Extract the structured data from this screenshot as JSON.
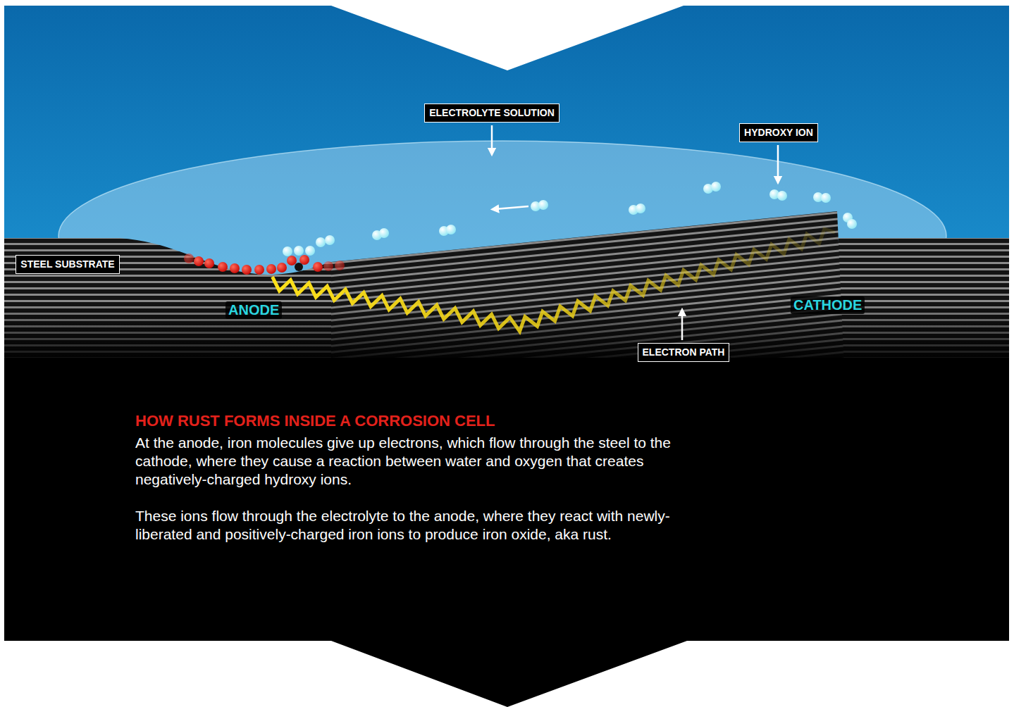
{
  "diagram": {
    "title": "HOW RUST FORMS INSIDE A CORROSION CELL",
    "nodes": [
      {
        "text": [
          "ELECTROLYTE SOLUTION"
        ]
      },
      {
        "text": [
          "HYDROXY ION"
        ]
      },
      {
        "text": [
          "STEEL SUBSTRATE"
        ]
      },
      {
        "text": [
          "ELECTRON PATH"
        ]
      }
    ],
    "labels": [
      "ANODE",
      "CATHODE",
      "At the anode, iron molecules give up electrons, which flow through the steel to the cathode, where they cause a reaction between water and oxygen that creates negatively-charged hydroxy ions.",
      "These ions flow through the electrolyte to the anode, where they react with newly-liberated and positively-charged iron ions to produce iron oxide, aka rust."
    ]
  }
}
